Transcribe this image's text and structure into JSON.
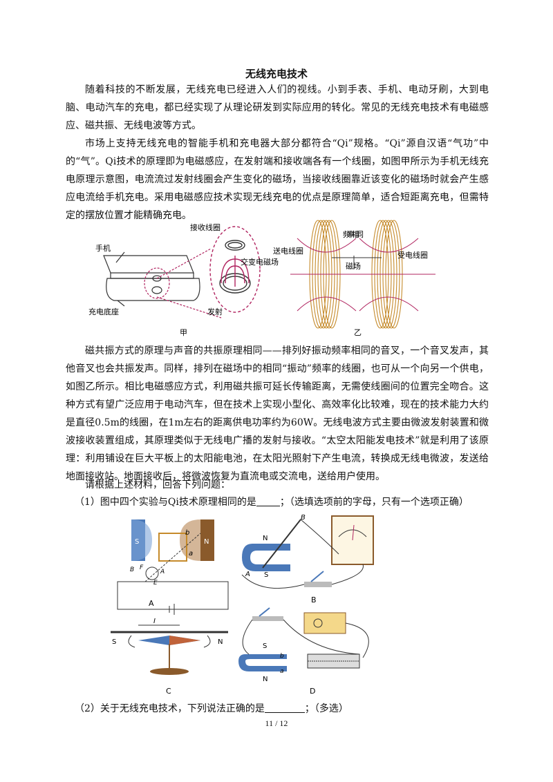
{
  "doc": {
    "title": "无线充电技术",
    "p1": "随着科技的不断发展，无线充电已经进入人们的视线。小到手表、手机、电动牙刷，大到电脑、电动汽车的充电，都已经实现了从理论研发到实际应用的转化。常见的无线充电技术有电磁感应、磁共振、无线电波等方式。",
    "p2": "市场上支持无线充电的智能手机和充电器大部分都符合“Qi”规格。“Qi”源自汉语“气功”中的“气”。Qi技术的原理即为电磁感应，在发射端和接收端各有一个线圈，如图甲所示为手机无线充电原理示意图，电流流过发射线圈会产生变化的磁场，当接收线圈靠近该变化的磁场时就会产生感应电流给手机充电。采用电磁感应技术实现无线充电的优点是原理简单，适合短距离充电，但需特定的摆放位置才能精确充电。",
    "p3": "磁共振方式的原理与声音的共振原理相同——排列好振动频率相同的音叉，一个音叉发声，其他音叉也会共振发声。同样，排列在磁场中的相同“振动”频率的线圈，也可从一个向另一个供电，如图乙所示。相比电磁感应方式，利用磁共振可延长传输距离，无需使线圈间的位置完全吻合。这种方式有望广泛应用于电动汽车，但在技术上实现小型化、高效率化比较难，现在的技术能力大约是直径0.5m的线圈，在1m左右的距离供电功率约为60W。无线电波方式主要由微波发射装置和微波接收装置组成，其原理类似于无线电广播的发射与接收。“太空太阳能发电技术”就是利用了该原理：利用铺设在巨大平板上的太阳能电池，在太阳光照射下产生电流，转换成无线电微波，发送给地面接收站。地面接收后，将微波恢复为直流电或交流电，送给用户使用。",
    "p4": "请根据上述材料，回答下列问题：",
    "q1_text": "（1）图中四个实验与Qi技术原理相同的是",
    "q1_tail": "；（选填选项前的字母，只有一个选项正确）",
    "q2_text": "（2）关于无线充电技术，下列说法正确的是",
    "q2_tail": "；（多选）",
    "page": "11 / 12"
  },
  "fig1": {
    "phone": "手机",
    "base": "充电底座",
    "recv_coil": "接收线圈",
    "alt_field": "交变电磁场",
    "emit": "发射",
    "send_coil": "送电线圈",
    "freq_same": "频率相同",
    "field": "磁场",
    "recv_coil2": "受电线圈",
    "cap_a": "甲",
    "cap_b": "乙"
  },
  "fig2": {
    "A": "A",
    "B": "B",
    "C": "C",
    "D": "D",
    "S": "S",
    "N": "N",
    "I": "I",
    "a": "a",
    "b": "b",
    "lblB": "B",
    "lblA": "A",
    "lblF": "F",
    "lblE": "E"
  },
  "colors": {
    "coil": "#c58a2a",
    "field": "#b0235f",
    "magnetN": "#8a5a2b",
    "magnetS": "#4a78b8"
  }
}
